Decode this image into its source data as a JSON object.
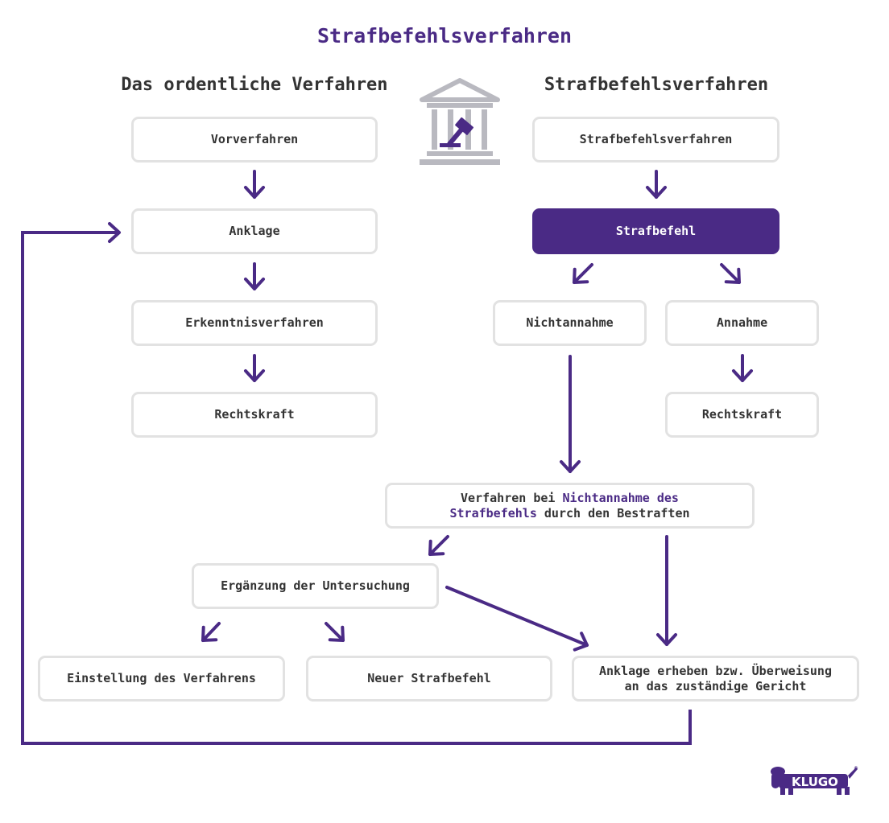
{
  "title": "Strafbefehlsverfahren",
  "left_heading": "Das ordentliche Verfahren",
  "right_heading": "Strafbefehlsverfahren",
  "left_boxes": {
    "vorverfahren": "Vorverfahren",
    "anklage": "Anklage",
    "erkenntnis": "Erkenntnisverfahren",
    "rechtskraft": "Rechtskraft"
  },
  "right_boxes": {
    "strafbefehlsverfahren": "Strafbefehlsverfahren",
    "strafbefehl": "Strafbefehl",
    "nichtannahme": "Nichtannahme",
    "annahme": "Annahme",
    "rechtskraft": "Rechtskraft"
  },
  "verfahren_box": {
    "part1": "Verfahren bei ",
    "highlight": "Nichtannahme des Strafbefehls",
    "part2": " durch den Bestraften"
  },
  "ergaenzung": "Ergänzung der Untersuchung",
  "einstellung": "Einstellung des Verfahrens",
  "neuer_strafbefehl": "Neuer Strafbefehl",
  "anklage_erheben": "Anklage erheben bzw. Überweisung an das zuständige Gericht",
  "logo": {
    "text": "KLUGO",
    "registered": "®"
  },
  "colors": {
    "accent": "#4a2a85",
    "border": "#e2e2e2",
    "icon": "#b9b9c0"
  },
  "icons": [
    "courthouse-gavel-icon",
    "klugo-dog-logo"
  ]
}
